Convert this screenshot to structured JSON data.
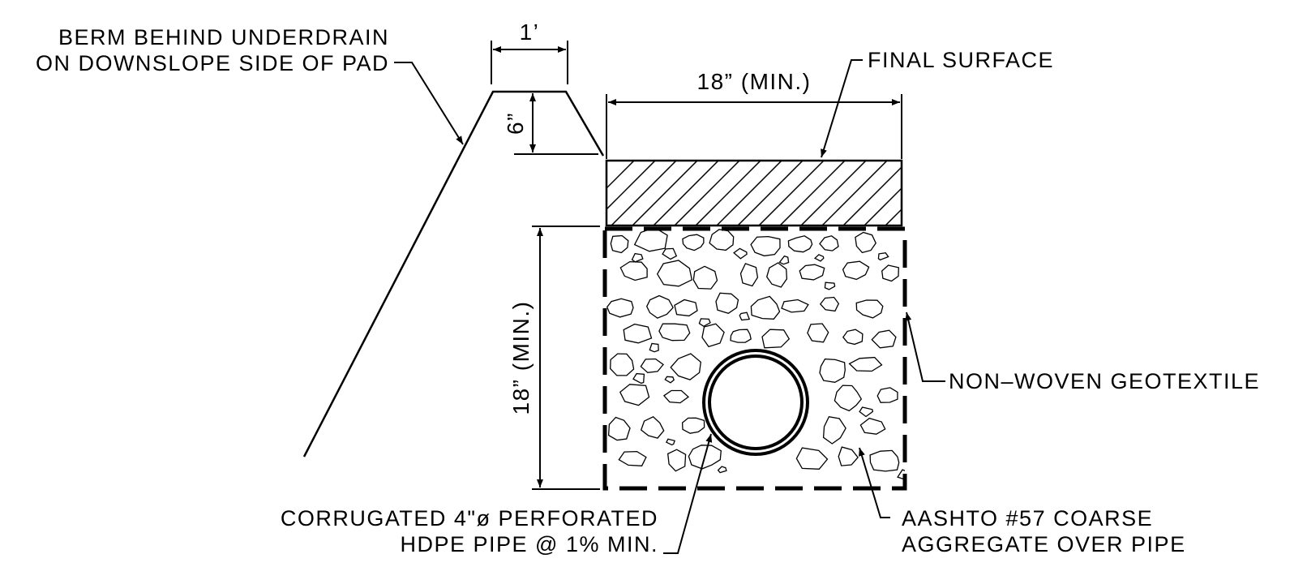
{
  "labels": {
    "berm_line1": "BERM BEHIND UNDERDRAIN",
    "berm_line2": "ON DOWNSLOPE SIDE OF PAD",
    "final_surface": "FINAL SURFACE",
    "geotextile": "NON–WOVEN GEOTEXTILE",
    "pipe_line1": "CORRUGATED 4\"ø PERFORATED",
    "pipe_line2": "HDPE PIPE @ 1% MIN.",
    "aggregate_line1": "AASHTO #57 COARSE",
    "aggregate_line2": "AGGREGATE OVER PIPE"
  },
  "dimensions": {
    "berm_top_width": "1’",
    "berm_height": "6”",
    "trench_width": "18” (MIN.)",
    "trench_depth": "18” (MIN.)"
  },
  "colors": {
    "ink": "#000000",
    "paper": "#ffffff"
  }
}
